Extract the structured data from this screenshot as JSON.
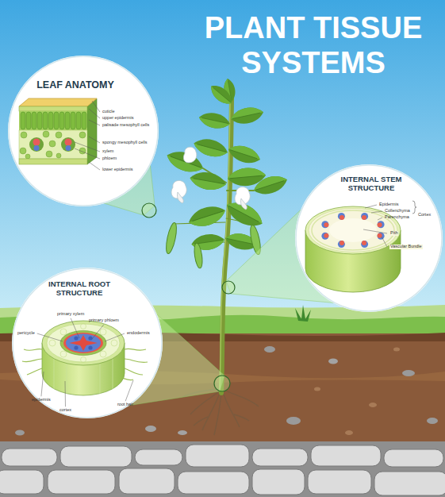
{
  "diagram": {
    "title": "PLANT TISSUE SYSTEMS",
    "nodes": [
      {
        "text": [
          "LEAF ANATOMY"
        ]
      },
      {
        "text": [
          "INTERNAL STEM STRUCTURE"
        ]
      },
      {
        "text": [
          "INTERNAL ROOT STRUCTURE"
        ]
      }
    ],
    "labels": [
      "cuticle",
      "upper epidermis",
      "palisade mesophyll cells",
      "spongy mesophyll cells",
      "xylem",
      "phloem",
      "lower epidermis",
      "Epidermis",
      "Collenchyma",
      "Parenchyma",
      "Cortex",
      "Pith",
      "Vascular Bundle",
      "primary xylem",
      "primary phloem",
      "pericycle",
      "endodermis",
      "epidermis",
      "root hair",
      "cortex"
    ]
  }
}
